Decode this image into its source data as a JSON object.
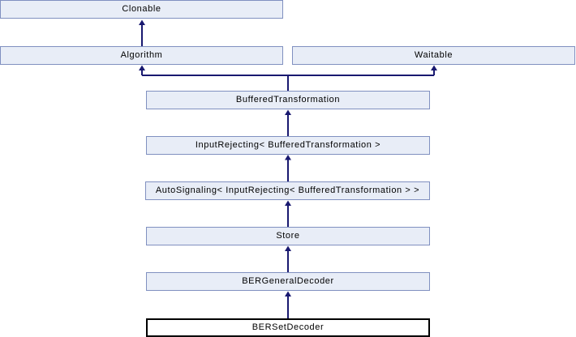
{
  "diagram": {
    "kind": "class-inheritance-diagram",
    "nodes": [
      {
        "id": "clonable",
        "label": "Clonable",
        "current": false
      },
      {
        "id": "algorithm",
        "label": "Algorithm",
        "current": false
      },
      {
        "id": "waitable",
        "label": "Waitable",
        "current": false
      },
      {
        "id": "buffered-transformation",
        "label": "BufferedTransformation",
        "current": false
      },
      {
        "id": "input-rejecting",
        "label": "InputRejecting< BufferedTransformation >",
        "current": false
      },
      {
        "id": "auto-signaling",
        "label": "AutoSignaling< InputRejecting< BufferedTransformation > >",
        "current": false
      },
      {
        "id": "store",
        "label": "Store",
        "current": false
      },
      {
        "id": "ber-general-decoder",
        "label": "BERGeneralDecoder",
        "current": false
      },
      {
        "id": "ber-set-decoder",
        "label": "BERSetDecoder",
        "current": true
      }
    ],
    "edges": [
      {
        "from": "algorithm",
        "to": "clonable"
      },
      {
        "from": "buffered-transformation",
        "to": "algorithm"
      },
      {
        "from": "buffered-transformation",
        "to": "waitable"
      },
      {
        "from": "input-rejecting",
        "to": "buffered-transformation"
      },
      {
        "from": "auto-signaling",
        "to": "input-rejecting"
      },
      {
        "from": "store",
        "to": "auto-signaling"
      },
      {
        "from": "ber-general-decoder",
        "to": "store"
      },
      {
        "from": "ber-set-decoder",
        "to": "ber-general-decoder"
      }
    ],
    "colors": {
      "background": "#ffffff",
      "node_fill": "#e8edf7",
      "node_border": "#8090c0",
      "current_node_fill": "#ffffff",
      "current_node_border": "#000000",
      "arrow": "#191970"
    }
  }
}
